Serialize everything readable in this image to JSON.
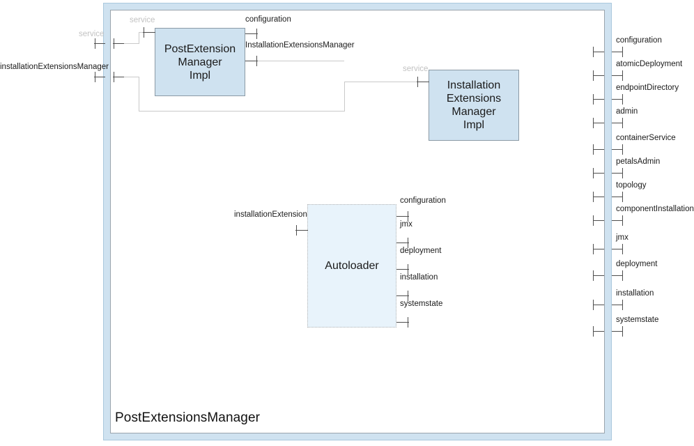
{
  "diagram": {
    "title": "PostExtensionsManager",
    "type": "uml-component-diagram",
    "colors": {
      "frame_band": "#cfe2f0",
      "component_fill": "#cfe2f0",
      "component_border": "#8b9aa5",
      "autoloader_fill": "#e8f3fb",
      "autoloader_border": "#b3b3b3",
      "wire": "#c9c9c9",
      "port": "#4d4d4d",
      "muted_label": "#c2c2c2",
      "text": "#1a1a1a"
    }
  },
  "components": {
    "post_extension_manager_impl": {
      "label": "PostExtension\nManager\nImpl",
      "ports": {
        "left": [
          {
            "name": "service"
          }
        ],
        "right": [
          {
            "name": "configuration"
          },
          {
            "name": "InstallationExtensionsManager"
          }
        ]
      }
    },
    "installation_extensions_manager_impl": {
      "label": "Installation\nExtensions\nManager\nImpl",
      "ports": {
        "left": [
          {
            "name": "service"
          }
        ]
      }
    },
    "autoloader": {
      "label": "Autoloader",
      "ports": {
        "left": [
          {
            "name": "installationExtension"
          }
        ],
        "right": [
          {
            "name": "configuration"
          },
          {
            "name": "jmx"
          },
          {
            "name": "deployment"
          },
          {
            "name": "installation"
          },
          {
            "name": "systemstate"
          }
        ]
      }
    }
  },
  "frame_ports": {
    "left_outer": [
      {
        "name": "service",
        "muted": true
      },
      {
        "name": "installationExtensionsManager",
        "muted": false
      }
    ],
    "right_outer": [
      {
        "name": "configuration"
      },
      {
        "name": "atomicDeployment"
      },
      {
        "name": "endpointDirectory"
      },
      {
        "name": "admin"
      },
      {
        "name": "containerService"
      },
      {
        "name": "petalsAdmin"
      },
      {
        "name": "topology"
      },
      {
        "name": "componentInstallation"
      },
      {
        "name": "jmx"
      },
      {
        "name": "deployment"
      },
      {
        "name": "installation"
      },
      {
        "name": "systemstate"
      }
    ]
  },
  "labels": {
    "service_inner_top": "service",
    "service_iemi": "service"
  }
}
